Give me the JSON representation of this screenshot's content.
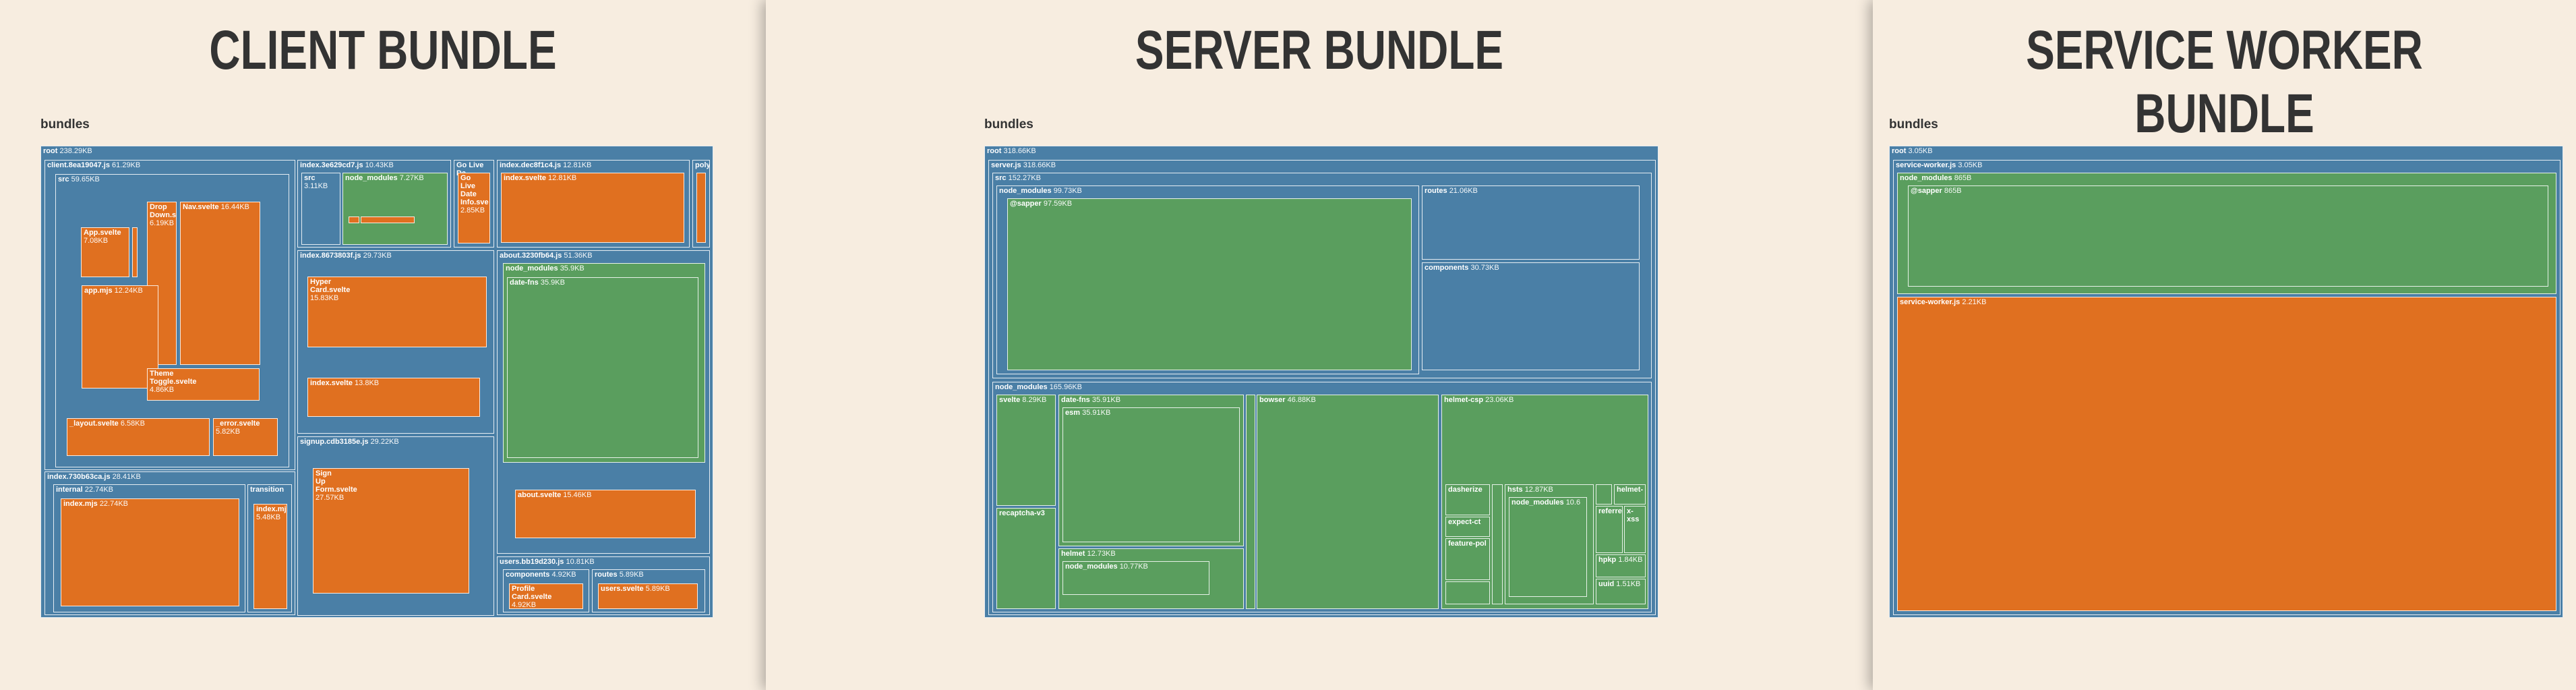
{
  "panels": [
    {
      "title": "CLIENT BUNDLE",
      "subtitle": "bundles"
    },
    {
      "title": "SERVER BUNDLE",
      "subtitle": "bundles"
    },
    {
      "title": "SERVICE WORKER BUNDLE",
      "subtitle": "bundles"
    }
  ],
  "colors": {
    "background": "#f7ede0",
    "directory": "#4a7fa6",
    "dependency": "#5a9e5e",
    "source": "#e07020",
    "title": "#333333"
  },
  "client": [
    {
      "label": "root",
      "size": "238.29KB"
    },
    {
      "label": "client.8ea19047.js",
      "size": "61.29KB"
    },
    {
      "label": "src",
      "size": "59.65KB"
    },
    {
      "label": "App.svelte",
      "size": "7.08KB"
    },
    {
      "label": "Drop\nDown.s",
      "size": "6.19KB"
    },
    {
      "label": "Nav.svelte",
      "size": "16.44KB"
    },
    {
      "label": "app.mjs",
      "size": "12.24KB"
    },
    {
      "label": "Theme\nToggle.svelte",
      "size": "4.86KB"
    },
    {
      "label": "_layout.svelte",
      "size": "6.58KB"
    },
    {
      "label": "_error.svelte",
      "size": "5.82KB"
    },
    {
      "label": "index.730b63ca.js",
      "size": "28.41KB"
    },
    {
      "label": "internal",
      "size": "22.74KB"
    },
    {
      "label": "index.mjs",
      "size": "22.74KB"
    },
    {
      "label": "transition",
      "size": ""
    },
    {
      "label": "index.mjs",
      "size": "5.48KB"
    },
    {
      "label": "index.3e629cd7.js",
      "size": "10.43KB"
    },
    {
      "label": "src",
      "size": "3.11KB"
    },
    {
      "label": "node_modules",
      "size": "7.27KB"
    },
    {
      "label": "Go Live Da",
      "size": ""
    },
    {
      "label": "Go\nLive\nDate\nInfo.sve",
      "size": "2.85KB"
    },
    {
      "label": "index.dec8f1c4.js",
      "size": "12.81KB"
    },
    {
      "label": "index.svelte",
      "size": "12.81KB"
    },
    {
      "label": "polyfi",
      "size": ""
    },
    {
      "label": "index.8673803f.js",
      "size": "29.73KB"
    },
    {
      "label": "Hyper\nCard.svelte",
      "size": "15.83KB"
    },
    {
      "label": "index.svelte",
      "size": "13.8KB"
    },
    {
      "label": "about.3230fb64.js",
      "size": "51.36KB"
    },
    {
      "label": "node_modules",
      "size": "35.9KB"
    },
    {
      "label": "date-fns",
      "size": "35.9KB"
    },
    {
      "label": "about.svelte",
      "size": "15.46KB"
    },
    {
      "label": "signup.cdb3185e.js",
      "size": "29.22KB"
    },
    {
      "label": "Sign\nUp\nForm.svelte",
      "size": "27.57KB"
    },
    {
      "label": "users.bb19d230.js",
      "size": "10.81KB"
    },
    {
      "label": "components",
      "size": "4.92KB"
    },
    {
      "label": "Profile\nCard.svelte",
      "size": "4.92KB"
    },
    {
      "label": "routes",
      "size": "5.89KB"
    },
    {
      "label": "users.svelte",
      "size": "5.89KB"
    }
  ],
  "server": [
    {
      "label": "root",
      "size": "318.66KB"
    },
    {
      "label": "server.js",
      "size": "318.66KB"
    },
    {
      "label": "src",
      "size": "152.27KB"
    },
    {
      "label": "node_modules",
      "size": "99.73KB"
    },
    {
      "label": "@sapper",
      "size": "97.59KB"
    },
    {
      "label": "routes",
      "size": "21.06KB"
    },
    {
      "label": "components",
      "size": "30.73KB"
    },
    {
      "label": "node_modules",
      "size": "165.96KB"
    },
    {
      "label": "svelte",
      "size": "8.29KB"
    },
    {
      "label": "recaptcha-v3",
      "size": ""
    },
    {
      "label": "date-fns",
      "size": "35.91KB"
    },
    {
      "label": "esm",
      "size": "35.91KB"
    },
    {
      "label": "helmet",
      "size": "12.73KB"
    },
    {
      "label": "node_modules",
      "size": "10.77KB"
    },
    {
      "label": "bowser",
      "size": "46.88KB"
    },
    {
      "label": "helmet-csp",
      "size": "23.06KB"
    },
    {
      "label": "dasherize",
      "size": ""
    },
    {
      "label": "expect-ct",
      "size": ""
    },
    {
      "label": "feature-pol",
      "size": ""
    },
    {
      "label": "hsts",
      "size": "12.87KB"
    },
    {
      "label": "node_modules",
      "size": "10.6"
    },
    {
      "label": "referrer",
      "size": ""
    },
    {
      "label": "hpkp",
      "size": "1.84KB"
    },
    {
      "label": "uuid",
      "size": "1.51KB"
    },
    {
      "label": "helmet-",
      "size": ""
    },
    {
      "label": "x-xss",
      "size": ""
    }
  ],
  "worker": [
    {
      "label": "root",
      "size": "3.05KB"
    },
    {
      "label": "service-worker.js",
      "size": "3.05KB"
    },
    {
      "label": "node_modules",
      "size": "865B"
    },
    {
      "label": "@sapper",
      "size": "865B"
    },
    {
      "label": "service-worker.js",
      "size": "2.21KB"
    }
  ]
}
